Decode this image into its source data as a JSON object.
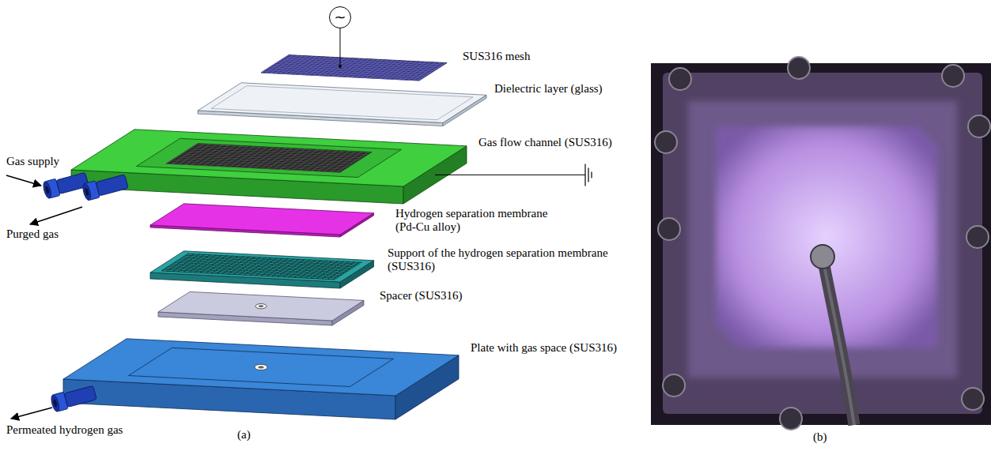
{
  "diagram": {
    "nodes": [
      {
        "text": [
          "~"
        ]
      }
    ],
    "labels": [
      "SUS316 mesh",
      "Dielectric layer (glass)",
      "Gas flow channel (SUS316)",
      "Gas supply",
      "Purged gas",
      "Hydrogen separation membrane (Pd-Cu alloy)",
      "Support of the hydrogen separation membrane (SUS316)",
      "Spacer (SUS316)",
      "Plate with gas space (SUS316)",
      "Permeated hydrogen gas",
      "(a)",
      "(b)"
    ]
  }
}
